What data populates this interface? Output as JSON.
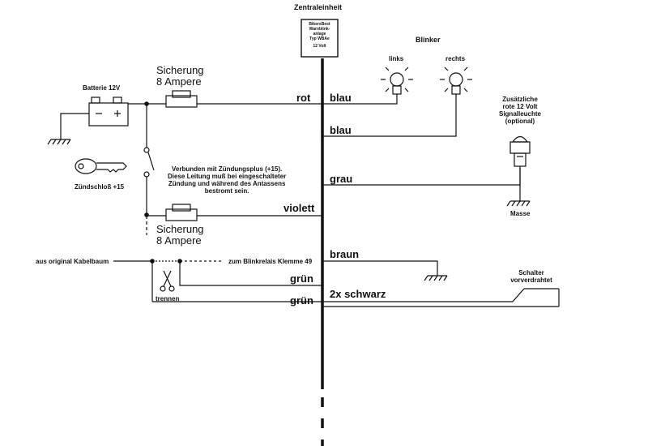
{
  "central": {
    "title": "Zentraleinheit",
    "box_lines": [
      "BikersBest",
      "Warnblink-",
      "anlage",
      "Typ WBAe",
      "12 Volt"
    ]
  },
  "blinker": {
    "title": "Blinker",
    "left": "links",
    "right": "rechts"
  },
  "signal_lamp": {
    "lines": [
      "Zusätzliche",
      "rote 12 Volt",
      "Signalleuchte",
      "(optional)"
    ],
    "ground": "Masse"
  },
  "battery": {
    "label": "Batterie 12V"
  },
  "ignition": {
    "label": "Zündschloß +15"
  },
  "fuse_top": {
    "line1": "Sicherung",
    "line2": "8 Ampere"
  },
  "fuse_bottom": {
    "line1": "Sicherung",
    "line2": "8 Ampere"
  },
  "note": {
    "lines": [
      "Verbunden mit Zündungsplus (+15).",
      "Diese Leitung muß bei eingeschalteter",
      "Zündung und während des Antassens",
      "bestromt sein."
    ]
  },
  "wires_left": {
    "rot": "rot",
    "violett": "violett",
    "gruen1": "grün",
    "gruen2": "grün"
  },
  "wires_right": {
    "blau1": "blau",
    "blau2": "blau",
    "grau": "grau",
    "braun": "braun",
    "schwarz": "2x schwarz"
  },
  "harness": {
    "source": "aus original Kabelbaum",
    "relay": "zum Blinkrelais Klemme 49",
    "cut": "trennen"
  },
  "switch": {
    "lines": [
      "Schalter",
      "vorverdrahtet"
    ]
  }
}
